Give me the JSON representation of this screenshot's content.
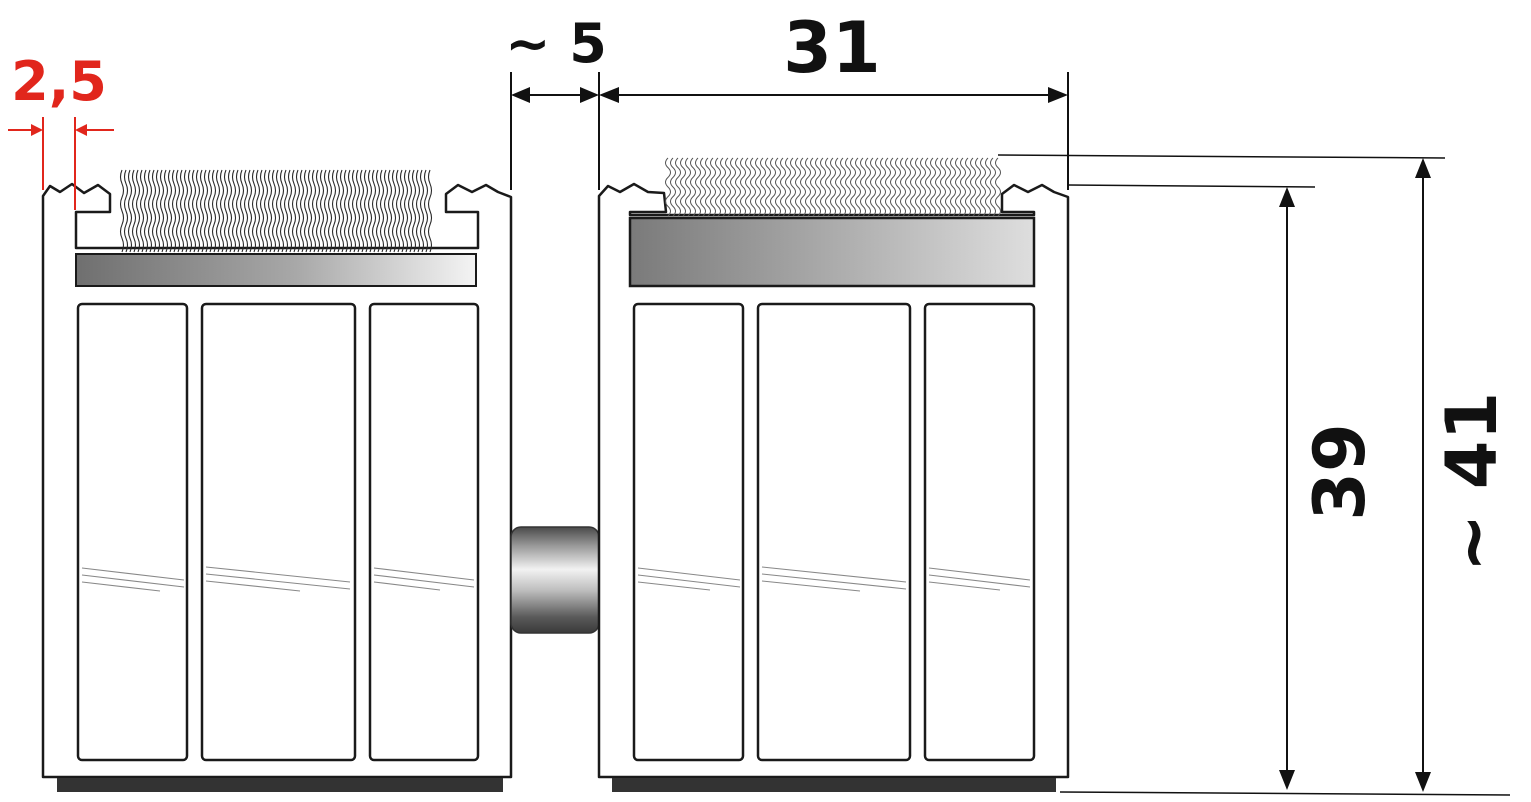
{
  "dimensions": {
    "lip_width": "2,5",
    "gap": "~ 5",
    "profile_width": "31",
    "profile_height": "39",
    "total_height": "~ 41"
  },
  "colors": {
    "dimension_line": "#111111",
    "highlight_dimension": "#e1261c",
    "profile_outline": "#1a1a1a",
    "foot_strip": "#333333"
  }
}
